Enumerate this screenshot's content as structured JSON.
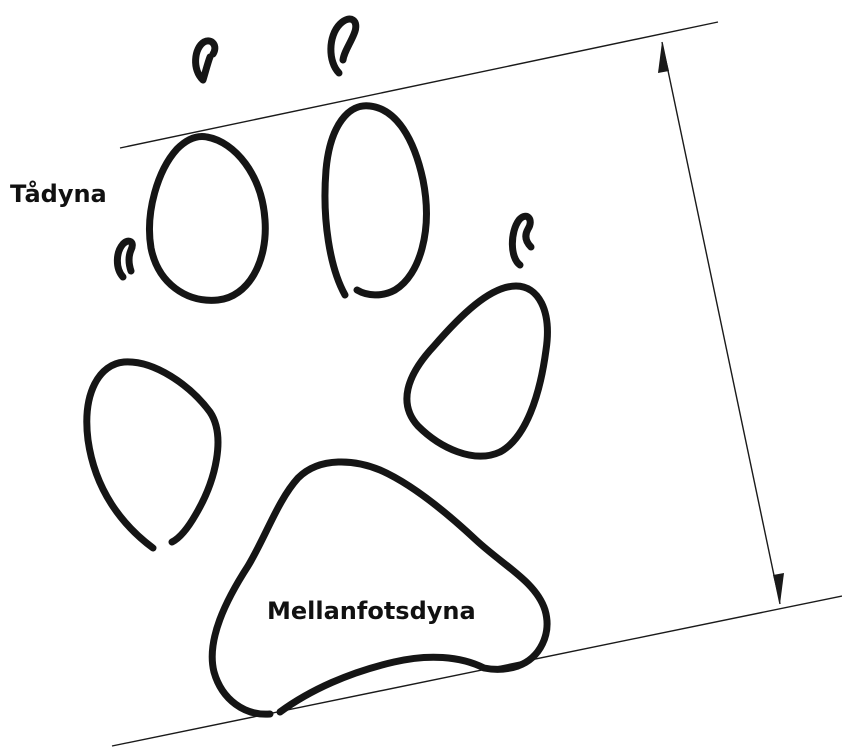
{
  "labels": {
    "toe_pad": "Tådyna",
    "metatarsal_pad": "Mellanfotsdyna"
  },
  "colors": {
    "ink": "#151515",
    "background": "#ffffff"
  },
  "elements": {
    "toe_pads": 4,
    "claw_marks": 4,
    "metatarsal_pads": 1
  }
}
